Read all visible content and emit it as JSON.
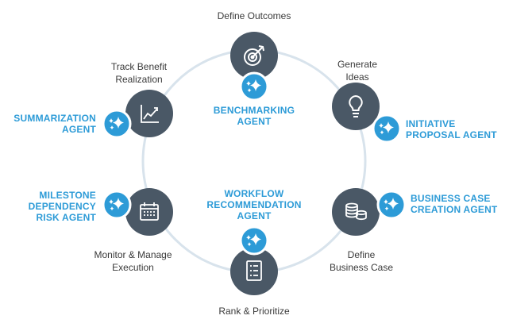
{
  "colors": {
    "ring": "#d8e3ec",
    "node": "#4a5866",
    "node_icon": "#ffffff",
    "badge": "#2d9bd7",
    "badge_ring": "#ffffff",
    "agent_text": "#2d9bd7",
    "label_text": "#3a3a3a"
  },
  "stages": [
    {
      "id": "define-outcomes",
      "lines": [
        "Define Outcomes"
      ],
      "icon": "target-icon"
    },
    {
      "id": "generate-ideas",
      "lines": [
        "Generate",
        "Ideas"
      ],
      "icon": "lightbulb-icon"
    },
    {
      "id": "define-business-case",
      "lines": [
        "Define",
        "Business Case"
      ],
      "icon": "coins-icon"
    },
    {
      "id": "rank-prioritize",
      "lines": [
        "Rank & Prioritize"
      ],
      "icon": "checklist-icon"
    },
    {
      "id": "monitor-manage",
      "lines": [
        "Monitor & Manage",
        "Execution"
      ],
      "icon": "calendar-icon"
    },
    {
      "id": "track-benefit",
      "lines": [
        "Track Benefit",
        "Realization"
      ],
      "icon": "chart-trend-icon"
    }
  ],
  "agents": [
    {
      "id": "benchmarking",
      "lines": [
        "BENCHMARKING",
        "AGENT"
      ]
    },
    {
      "id": "initiative-proposal",
      "lines": [
        "INITIATIVE",
        "PROPOSAL AGENT"
      ]
    },
    {
      "id": "business-case-creation",
      "lines": [
        "BUSINESS CASE",
        "CREATION AGENT"
      ]
    },
    {
      "id": "workflow-recommendation",
      "lines": [
        "WORKFLOW",
        "RECOMMENDATION",
        "AGENT"
      ]
    },
    {
      "id": "milestone-dependency-risk",
      "lines": [
        "MILESTONE",
        "DEPENDENCY",
        "RISK AGENT"
      ]
    },
    {
      "id": "summarization",
      "lines": [
        "SUMMARIZATION",
        "AGENT"
      ]
    }
  ]
}
